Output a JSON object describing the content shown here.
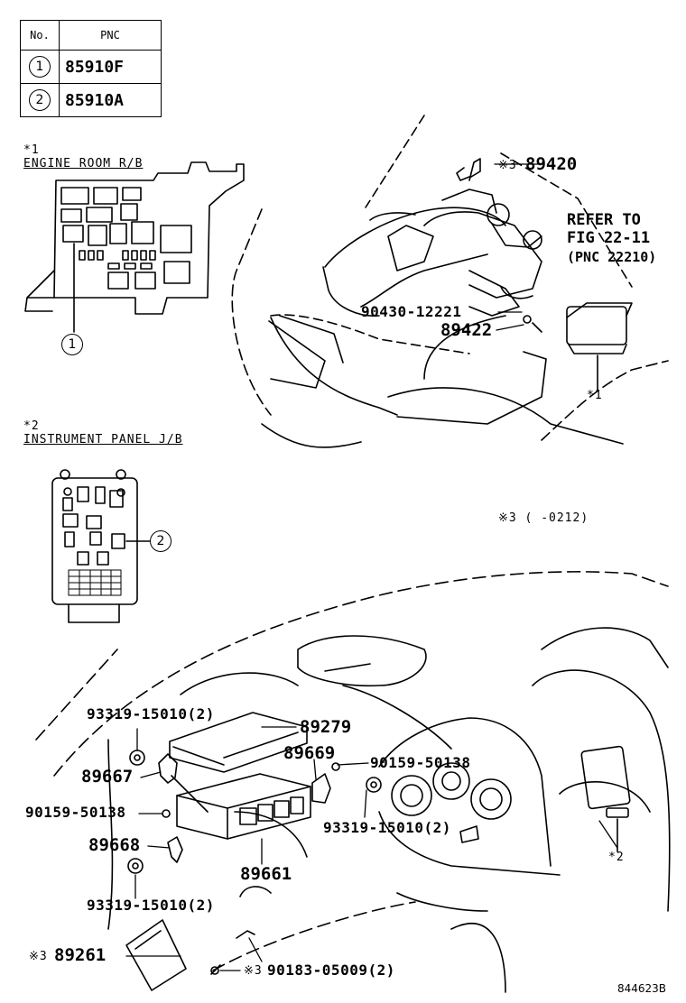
{
  "table": {
    "header_no": "No.",
    "header_pnc": "PNC",
    "rows": [
      {
        "no": "1",
        "pnc": "85910F"
      },
      {
        "no": "2",
        "pnc": "85910A"
      }
    ]
  },
  "notes": {
    "star1_mark": "*1",
    "star1_text": "ENGINE ROOM R/B",
    "star2_mark": "*2",
    "star2_text": "INSTRUMENT PANEL J/B",
    "star3_text": "※3  (     -0212)",
    "callout_1": "1",
    "callout_2": "2",
    "mark_star1_engine": "*1",
    "mark_star2_panel": "*2"
  },
  "parts": {
    "p89420": "89420",
    "p89420_prefix": "※3",
    "refer_line1": "REFER TO",
    "refer_line2": "FIG 22-11",
    "refer_line3": "(PNC 22210)",
    "p90430": "90430-12221",
    "p89422": "89422",
    "p93319_a": "93319-15010(2)",
    "p89279": "89279",
    "p89669": "89669",
    "p90159_a": "90159-50138",
    "p89667": "89667",
    "p90159_b": "90159-50138",
    "p93319_b": "93319-15010(2)",
    "p89668": "89668",
    "p89661": "89661",
    "p93319_c": "93319-15010(2)",
    "p89261": "89261",
    "p89261_prefix": "※3",
    "p90183": "90183-05009(2)",
    "p90183_prefix": "※3"
  },
  "figure_code": "844623B"
}
